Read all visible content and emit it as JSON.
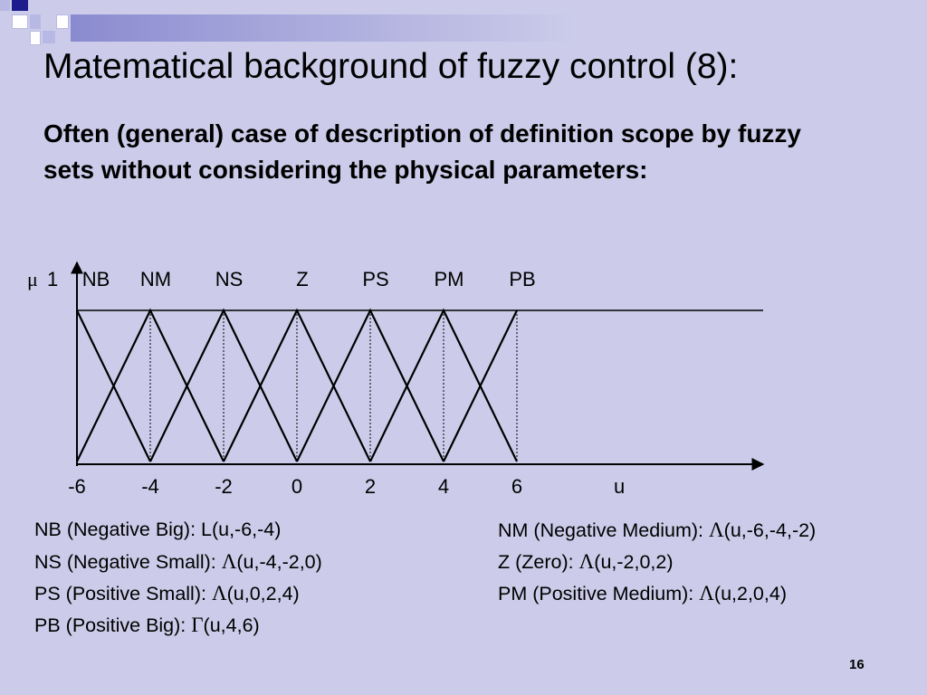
{
  "title": "Matematical background of fuzzy control (8):",
  "subtitle": "Often (general) case of description of definition scope by fuzzy sets without considering the physical parameters:",
  "diagram": {
    "mu_symbol": "μ",
    "mu_value": "1",
    "set_labels": [
      "NB",
      "NM",
      "NS",
      "Z",
      "PS",
      "PM",
      "PB"
    ],
    "ticks": [
      "-6",
      "-4",
      "-2",
      "0",
      "2",
      "4",
      "6"
    ],
    "tick_values": [
      -6,
      -4,
      -2,
      0,
      2,
      4,
      6
    ],
    "axis_label": "u",
    "left_shoulder": [
      -6,
      -4
    ],
    "triangles": [
      [
        -6,
        -4,
        -2
      ],
      [
        -4,
        -2,
        0
      ],
      [
        -2,
        0,
        2
      ],
      [
        0,
        2,
        4
      ],
      [
        2,
        4,
        6
      ]
    ],
    "right_shoulder": [
      4,
      6
    ]
  },
  "definitions": {
    "left": [
      {
        "text": "NB (Negative Big):  L(u,-6,-4)",
        "greek": ""
      },
      {
        "text": "NS (Negative Small): ",
        "greek": "Λ",
        "args": "(u,-4,-2,0)"
      },
      {
        "text": "PS (Positive Small): ",
        "greek": "Λ",
        "args": "(u,0,2,4)"
      },
      {
        "text": "PB (Positive Big): ",
        "greek": "Γ",
        "args": "(u,4,6)"
      }
    ],
    "right": [
      {
        "text": "NM (Negative Medium): ",
        "greek": "Λ",
        "args": "(u,-6,-4,-2)"
      },
      {
        "text": "Z (Zero): ",
        "greek": "Λ",
        "args": "(u,-2,0,2)"
      },
      {
        "text": "PM (Positive Medium): ",
        "greek": "Λ",
        "args": "(u,2,0,4)"
      }
    ]
  },
  "page_number": "16",
  "colors": {
    "background": "#ccccea",
    "deco_navy": "#1c1c8c",
    "deco_light": "#b8b8e4",
    "deco_mid": "#8a8ad0"
  }
}
